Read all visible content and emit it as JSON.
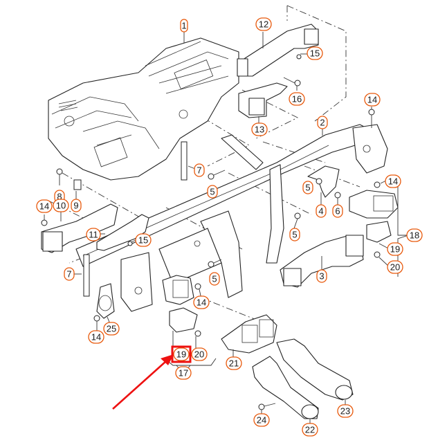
{
  "diagram": {
    "title": "",
    "description": "Exploded parts diagram: heater/AC unit, dashboard cross-member and air ducts",
    "callout_color": "#e8590c",
    "highlight_color": "#ee1111",
    "highlighted_part": "19",
    "callouts": [
      {
        "id": "c1",
        "label": "1"
      },
      {
        "id": "c2",
        "label": "2"
      },
      {
        "id": "c3",
        "label": "3"
      },
      {
        "id": "c4",
        "label": "4"
      },
      {
        "id": "c5a",
        "label": "5"
      },
      {
        "id": "c5b",
        "label": "5"
      },
      {
        "id": "c5c",
        "label": "5"
      },
      {
        "id": "c5d",
        "label": "5"
      },
      {
        "id": "c6",
        "label": "6"
      },
      {
        "id": "c7a",
        "label": "7"
      },
      {
        "id": "c7b",
        "label": "7"
      },
      {
        "id": "c8",
        "label": "8"
      },
      {
        "id": "c9",
        "label": "9"
      },
      {
        "id": "c10",
        "label": "10"
      },
      {
        "id": "c11",
        "label": "11"
      },
      {
        "id": "c12",
        "label": "12"
      },
      {
        "id": "c13",
        "label": "13"
      },
      {
        "id": "c14a",
        "label": "14"
      },
      {
        "id": "c14b",
        "label": "14"
      },
      {
        "id": "c14c",
        "label": "14"
      },
      {
        "id": "c14d",
        "label": "14"
      },
      {
        "id": "c14e",
        "label": "14"
      },
      {
        "id": "c15a",
        "label": "15"
      },
      {
        "id": "c15b",
        "label": "15"
      },
      {
        "id": "c16",
        "label": "16"
      },
      {
        "id": "c17",
        "label": "17"
      },
      {
        "id": "c18",
        "label": "18"
      },
      {
        "id": "c19a",
        "label": "19"
      },
      {
        "id": "c19b",
        "label": "19"
      },
      {
        "id": "c20a",
        "label": "20"
      },
      {
        "id": "c20b",
        "label": "20"
      },
      {
        "id": "c21",
        "label": "21"
      },
      {
        "id": "c22",
        "label": "22"
      },
      {
        "id": "c23",
        "label": "23"
      },
      {
        "id": "c24",
        "label": "24"
      },
      {
        "id": "c25",
        "label": "25"
      }
    ]
  }
}
